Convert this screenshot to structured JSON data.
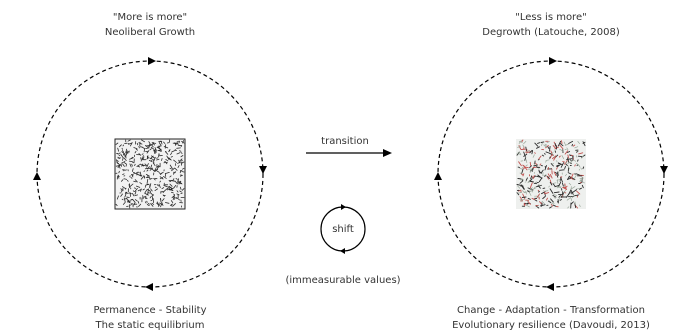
{
  "left": {
    "quote": "\"More is more\"",
    "title": "Neoliberal Growth",
    "bottom_line1": "Permanence - Stability",
    "bottom_line2": "The static equilibrium"
  },
  "right": {
    "quote": "\"Less is more\"",
    "title": "Degrowth (Latouche, 2008)",
    "bottom_line1": "Change - Adaptation - Transformation",
    "bottom_line2": "Evolutionary resilience (Davoudi, 2013)"
  },
  "center": {
    "arrow_label": "transition",
    "circle_label": "shift",
    "note": "(immeasurable values)"
  },
  "colors": {
    "line": "#000000",
    "text": "#333333",
    "pattern_dark": "#2b2b2b",
    "pattern_red": "#c0504d",
    "pattern_bg_left": "#f2f2f2",
    "pattern_bg_right": "#eef0ee"
  }
}
